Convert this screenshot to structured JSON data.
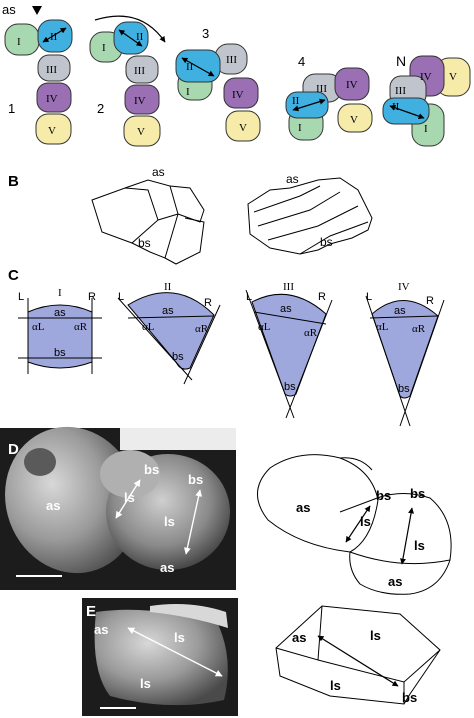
{
  "panel_a": {
    "as_label": "as",
    "stage_labels": [
      "1",
      "2",
      "3",
      "4",
      "N"
    ],
    "roman": [
      "I",
      "II",
      "III",
      "IV",
      "V"
    ],
    "colors": {
      "I": "#a8d8b0",
      "II": "#3fb0e0",
      "III": "#c0c4cc",
      "IV": "#9a6fb4",
      "V": "#f6eba8"
    }
  },
  "panel_b": {
    "letter": "B",
    "as_label": "as",
    "bs_label": "bs"
  },
  "panel_c": {
    "letter": "C",
    "columns": [
      "I",
      "II",
      "III",
      "IV"
    ],
    "L": "L",
    "R": "R",
    "as": "as",
    "bs": "bs",
    "alphaL": "αL",
    "alphaR": "αR",
    "fill": "#9fa8dc"
  },
  "panel_d": {
    "letter": "D",
    "labels": {
      "as": "as",
      "bs": "bs",
      "ls": "ls"
    }
  },
  "panel_e": {
    "letter": "E",
    "labels": {
      "as": "as",
      "bs": "bs",
      "ls": "ls"
    }
  }
}
